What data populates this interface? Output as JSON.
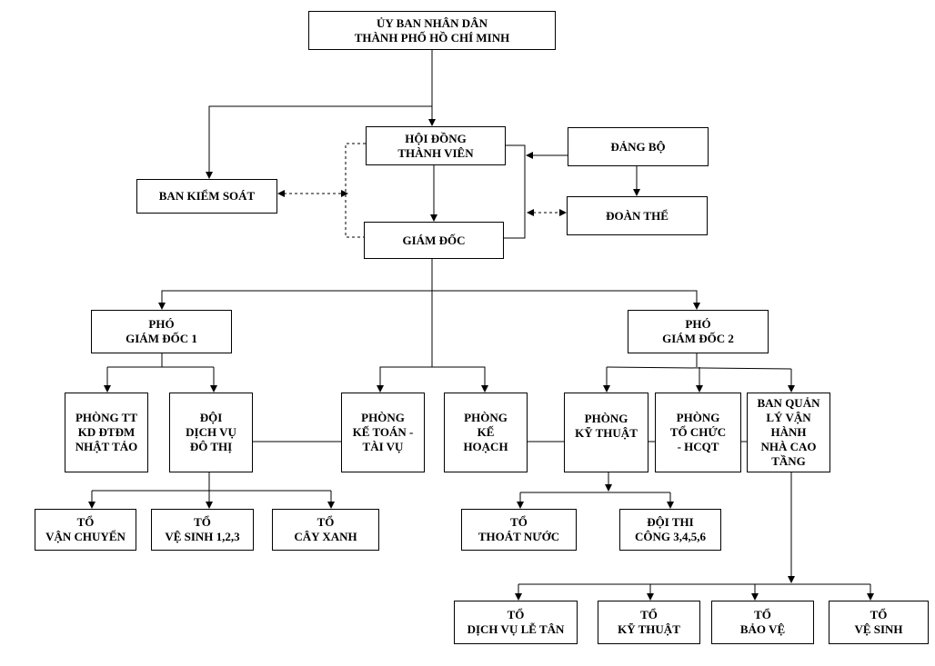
{
  "colors": {
    "line": "#000000",
    "box_border": "#000000",
    "background": "#ffffff"
  },
  "nodes": {
    "ubnd": {
      "lines": [
        "ỦY BAN NHÂN DÂN",
        "THÀNH PHỐ HỒ CHÍ MINH"
      ]
    },
    "hdtv": {
      "lines": [
        "HỘI ĐỒNG",
        "THÀNH VIÊN"
      ]
    },
    "bks": {
      "lines": [
        "BAN KIỂM SOÁT"
      ]
    },
    "dangbo": {
      "lines": [
        "ĐẢNG BỘ"
      ]
    },
    "doanthe": {
      "lines": [
        "ĐOÀN THỂ"
      ]
    },
    "giamdoc": {
      "lines": [
        "GIÁM ĐỐC"
      ]
    },
    "pgd1": {
      "lines": [
        "PHÓ",
        "GIÁM ĐỐC 1"
      ]
    },
    "pgd2": {
      "lines": [
        "PHÓ",
        "GIÁM ĐỐC 2"
      ]
    },
    "phongtt": {
      "lines": [
        "PHÒNG TT",
        "KD ĐTĐM",
        "NHẬT TẢO"
      ]
    },
    "doidv": {
      "lines": [
        "ĐỘI",
        "DỊCH VỤ",
        "ĐÔ THỊ"
      ]
    },
    "phongkt": {
      "lines": [
        "PHÒNG",
        "KẾ TOÁN -",
        "TÀI VỤ"
      ]
    },
    "phongkh": {
      "lines": [
        "PHÒNG",
        "KẾ",
        "HOẠCH"
      ]
    },
    "phongkythuat": {
      "lines": [
        "PHÒNG",
        "KỸ THUẬT"
      ]
    },
    "phongtc": {
      "lines": [
        "PHÒNG",
        "TỔ CHỨC",
        "- HCQT"
      ]
    },
    "banql": {
      "lines": [
        "BAN QUẢN",
        "LÝ VẬN",
        "HÀNH",
        "NHÀ CAO",
        "TẦNG"
      ]
    },
    "tovc": {
      "lines": [
        "TỔ",
        "VẬN CHUYỂN"
      ]
    },
    "tovs123": {
      "lines": [
        "TỔ",
        "VỆ SINH 1,2,3"
      ]
    },
    "tocx": {
      "lines": [
        "TỔ",
        "CÂY XANH"
      ]
    },
    "totn": {
      "lines": [
        "TỔ",
        "THOÁT NƯỚC"
      ]
    },
    "doithicong": {
      "lines": [
        "ĐỘI THI",
        "CÔNG 3,4,5,6"
      ]
    },
    "todvlt": {
      "lines": [
        "TỔ",
        "DỊCH VỤ LỄ TÂN"
      ]
    },
    "tokt": {
      "lines": [
        "TỔ",
        "KỸ THUẬT"
      ]
    },
    "tobv": {
      "lines": [
        "TỔ",
        "BẢO VỆ"
      ]
    },
    "tovs": {
      "lines": [
        "TỔ",
        "VỆ SINH"
      ]
    }
  }
}
